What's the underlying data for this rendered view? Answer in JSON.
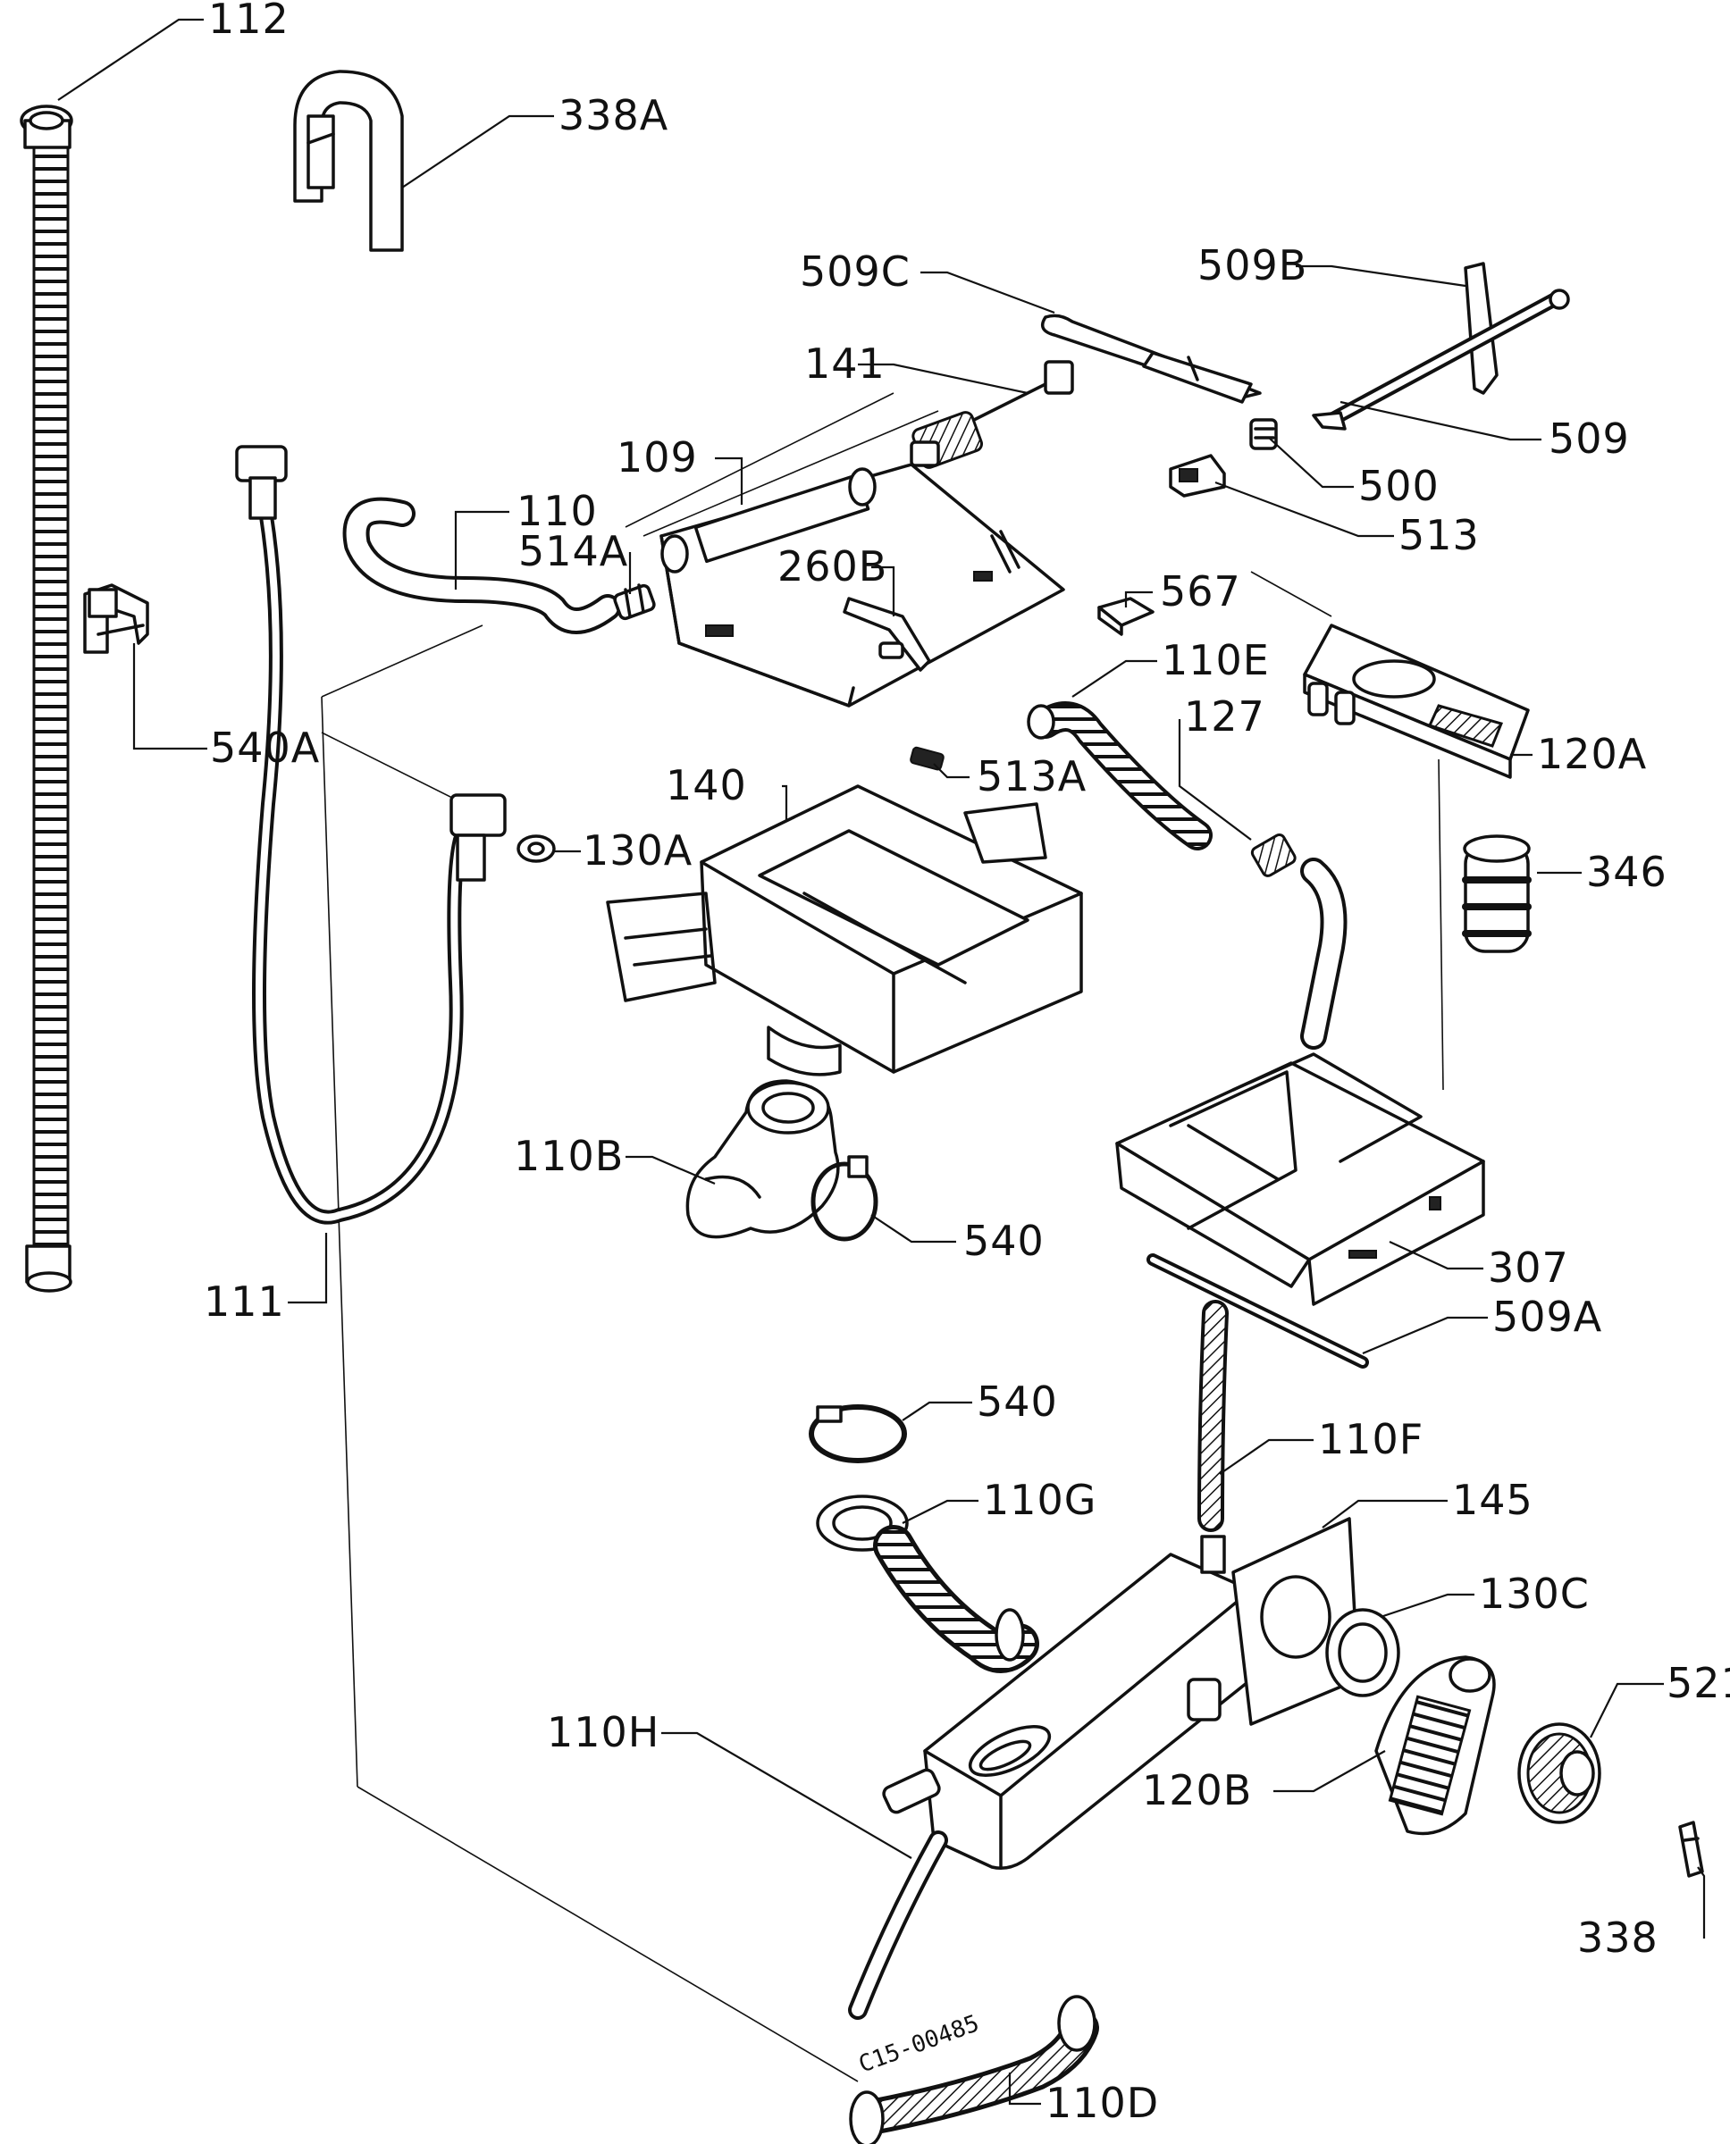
{
  "diagram": {
    "document_code": "C15-00485",
    "callouts": {
      "p112": "112",
      "p338a": "338A",
      "p509c": "509C",
      "p509b": "509B",
      "p141": "141",
      "p509": "509",
      "p109": "109",
      "p500": "500",
      "p110": "110",
      "p514a": "514A",
      "p513": "513",
      "p260b": "260B",
      "p567": "567",
      "p540a": "540A",
      "p110e": "110E",
      "p127": "127",
      "p120a": "120A",
      "p140": "140",
      "p513a": "513A",
      "p130a": "130A",
      "p346": "346",
      "p110b": "110B",
      "p540_top": "540",
      "p111": "111",
      "p307": "307",
      "p509a": "509A",
      "p540_mid": "540",
      "p110f": "110F",
      "p110g": "110G",
      "p145": "145",
      "p130c": "130C",
      "p521": "521",
      "p110h": "110H",
      "p120b": "120B",
      "p338": "338",
      "p110d": "110D"
    }
  }
}
